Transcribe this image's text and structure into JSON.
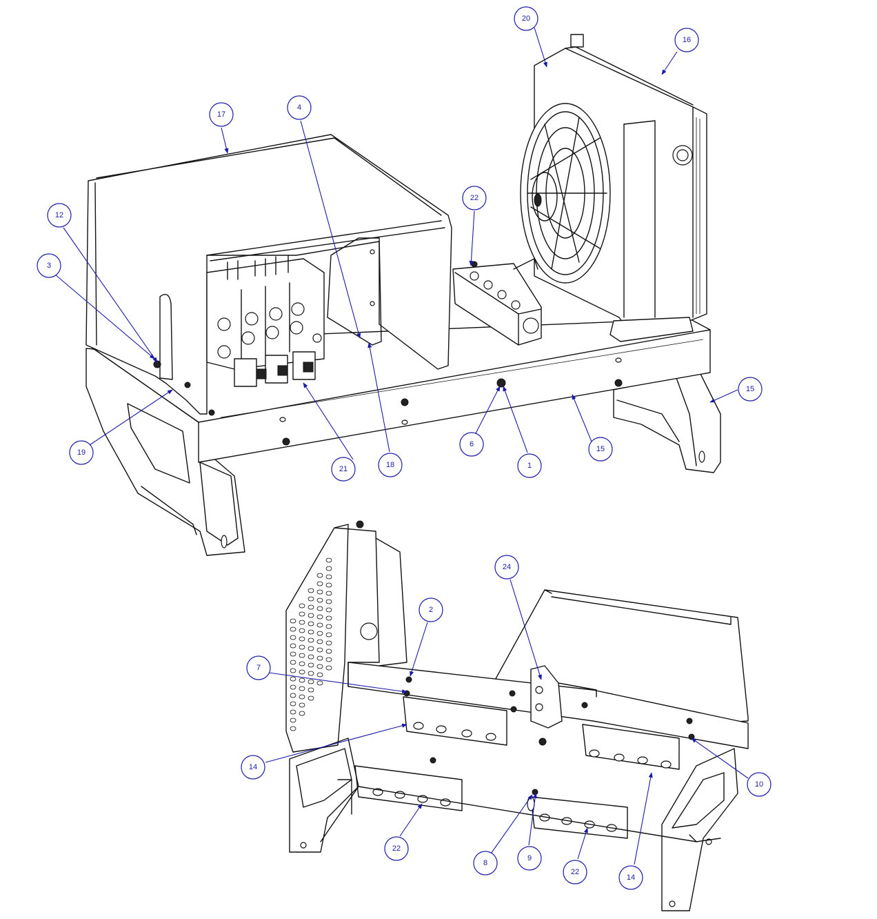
{
  "diagram": {
    "type": "exploded assembly drawing",
    "views": [
      "top-view-assembly",
      "bottom-view-assembly"
    ],
    "callouts": [
      {
        "id": "c17",
        "label": "17"
      },
      {
        "id": "c4",
        "label": "4"
      },
      {
        "id": "c12",
        "label": "12"
      },
      {
        "id": "c3",
        "label": "3"
      },
      {
        "id": "c22a",
        "label": "22"
      },
      {
        "id": "c20",
        "label": "20"
      },
      {
        "id": "c16",
        "label": "16"
      },
      {
        "id": "c15a",
        "label": "15"
      },
      {
        "id": "c15b",
        "label": "15"
      },
      {
        "id": "c19",
        "label": "19"
      },
      {
        "id": "c21",
        "label": "21"
      },
      {
        "id": "c18",
        "label": "18"
      },
      {
        "id": "c6",
        "label": "6"
      },
      {
        "id": "c1",
        "label": "1"
      },
      {
        "id": "c24",
        "label": "24"
      },
      {
        "id": "c2",
        "label": "2"
      },
      {
        "id": "c7",
        "label": "7"
      },
      {
        "id": "c14a",
        "label": "14"
      },
      {
        "id": "c10",
        "label": "10"
      },
      {
        "id": "c22b",
        "label": "22"
      },
      {
        "id": "c8",
        "label": "8"
      },
      {
        "id": "c9",
        "label": "9"
      },
      {
        "id": "c22c",
        "label": "22"
      },
      {
        "id": "c14b",
        "label": "14"
      }
    ],
    "colors": {
      "line": "#111111",
      "callout": "#1a1aaa",
      "background": "#ffffff"
    }
  }
}
